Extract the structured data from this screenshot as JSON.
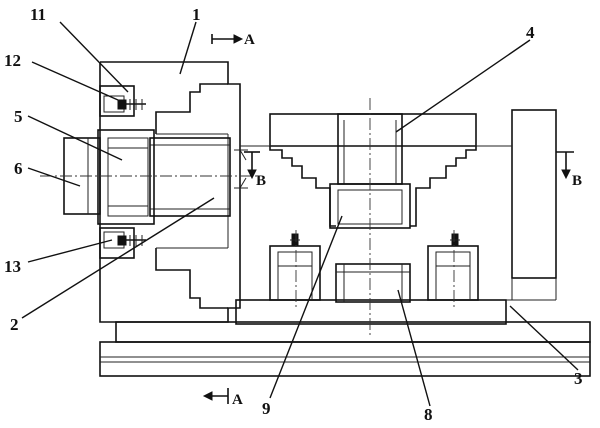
{
  "labels": {
    "p1": "1",
    "p2": "2",
    "p3": "3",
    "p4": "4",
    "p5": "5",
    "p6": "6",
    "p8": "8",
    "p9": "9",
    "p11": "11",
    "p12": "12",
    "p13": "13"
  },
  "section_marks": {
    "a_top": "A",
    "a_bottom": "A",
    "b_left": "B",
    "b_right": "B"
  }
}
